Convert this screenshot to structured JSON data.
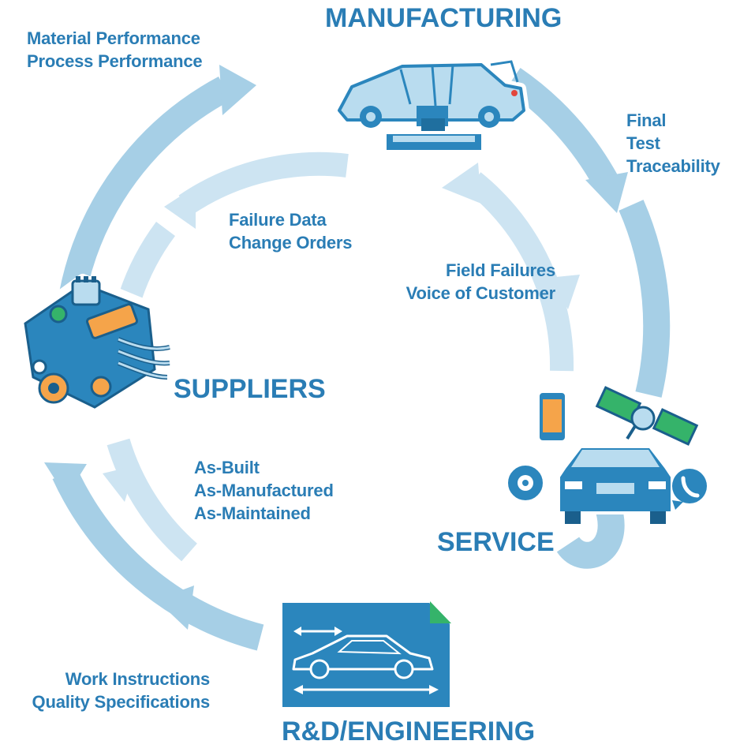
{
  "colors": {
    "label": "#2a7db5",
    "arrow_outer": "#9dcbe4",
    "arrow_inner": "#c8e2f1",
    "icon_blue": "#2b86bd",
    "icon_light": "#b9dcef",
    "icon_orange": "#f5a44a",
    "icon_green": "#35b36a"
  },
  "nodes": {
    "manufacturing": "MANUFACTURING",
    "suppliers": "SUPPLIERS",
    "service": "SERVICE",
    "rd": "R&D/ENGINEERING"
  },
  "flows": {
    "supplier_to_mfg": [
      "Material Performance",
      "Process Performance"
    ],
    "mfg_to_service": [
      "Final",
      "Test",
      "Traceability"
    ],
    "mfg_to_suppliers": [
      "Failure Data",
      "Change Orders"
    ],
    "service_to_mfg": [
      "Field Failures",
      "Voice of Customer"
    ],
    "traceability": [
      "As-Built",
      "As-Manufactured",
      "As-Maintained"
    ],
    "rd_to_suppliers": [
      "Work Instructions",
      "Quality Specifications"
    ]
  },
  "icons": {
    "manufacturing": "car-assembly-icon",
    "suppliers": "engine-icon",
    "service": "connected-car-icon",
    "rd": "car-blueprint-icon"
  }
}
